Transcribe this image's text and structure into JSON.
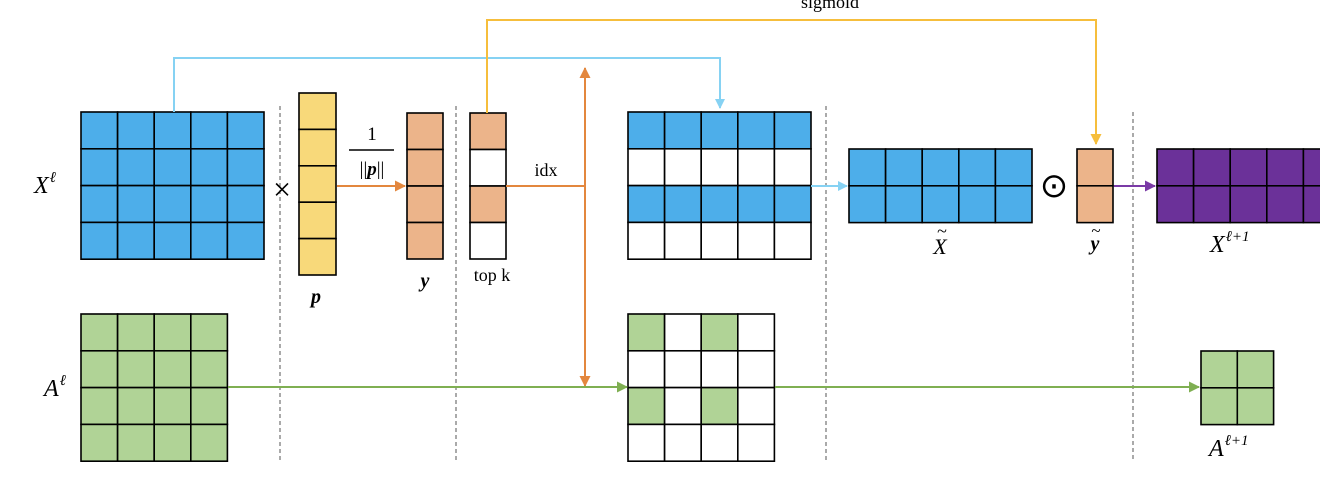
{
  "colors": {
    "blue": "#4daeea",
    "yellow": "#f8d97a",
    "peach": "#ecb48a",
    "purple": "#6b3199",
    "green": "#b0d396",
    "white": "#ffffff",
    "arrow_blue": "#86d2f3",
    "arrow_orange": "#e3873e",
    "arrow_yellow": "#f6be3c",
    "arrow_green": "#7faf52",
    "arrow_purple": "#7a3aa6",
    "grid": "#000000",
    "divider": "#555555"
  },
  "labels": {
    "sigmoid": "sigmoid",
    "x_in_base": "X",
    "x_in_sup": "ℓ",
    "a_in_base": "A",
    "a_in_sup": "ℓ",
    "times": "×",
    "norm_num": "1",
    "norm_den_left": "||",
    "norm_den_p": "p",
    "norm_den_right": "||",
    "p": "p",
    "y": "y",
    "idx": "idx",
    "topk": "top k",
    "x_tilde": "X",
    "y_tilde": "y",
    "tilde": "~",
    "odot": "⊙",
    "x_out_base": "X",
    "x_out_sup": "ℓ+1",
    "a_out_base": "A",
    "a_out_sup": "ℓ+1"
  },
  "matrices": {
    "x_input_rows_filled": [
      true,
      true,
      true,
      true
    ],
    "x_selected_rows_filled": [
      true,
      false,
      true,
      false
    ],
    "topk_scores_filled": [
      true,
      false,
      true,
      false
    ],
    "a_input_cells": [
      [
        true,
        true,
        true,
        true
      ],
      [
        true,
        true,
        true,
        true
      ],
      [
        true,
        true,
        true,
        true
      ],
      [
        true,
        true,
        true,
        true
      ]
    ],
    "a_selected_cells": [
      [
        true,
        false,
        true,
        false
      ],
      [
        false,
        false,
        false,
        false
      ],
      [
        true,
        false,
        true,
        false
      ],
      [
        false,
        false,
        false,
        false
      ]
    ],
    "a_output_cells": [
      [
        true,
        true
      ],
      [
        true,
        true
      ]
    ]
  }
}
